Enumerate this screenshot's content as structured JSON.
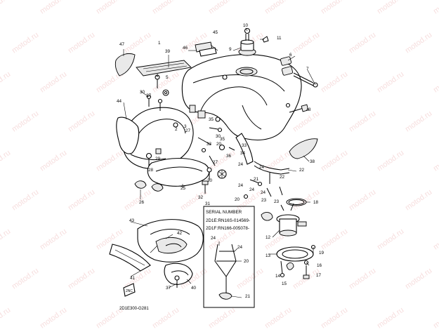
{
  "watermark": "motod.ru",
  "diagram_code": "2D1E300-G281",
  "serial_box": {
    "title": "SERIAL NUMBER",
    "line1": "2D1E:RN16S-014569-",
    "line2": "2D1F:RN166-005078-"
  },
  "callouts": [
    "1",
    "2",
    "3",
    "4",
    "5",
    "6",
    "7",
    "8",
    "9",
    "10",
    "11",
    "12",
    "13",
    "14",
    "15",
    "16",
    "17",
    "18",
    "19",
    "20",
    "21",
    "22",
    "23",
    "24",
    "25",
    "26",
    "27",
    "28",
    "29",
    "30",
    "31",
    "32",
    "33",
    "34",
    "35",
    "36",
    "37",
    "38",
    "39",
    "40",
    "41",
    "42",
    "43",
    "44",
    "45",
    "46",
    "47"
  ],
  "extra_callouts": {
    "c20b": "20",
    "c21b": "21",
    "c24b": "24",
    "c24c": "24",
    "c24d": "24",
    "c24e": "24",
    "c24f": "24",
    "c22b": "22",
    "c23b": "23",
    "c27b": "27",
    "c27c": "27",
    "c30b": "30",
    "c30c": "30",
    "c33b": "33",
    "c35b": "35",
    "c24g": "24",
    "c20c": "20"
  }
}
